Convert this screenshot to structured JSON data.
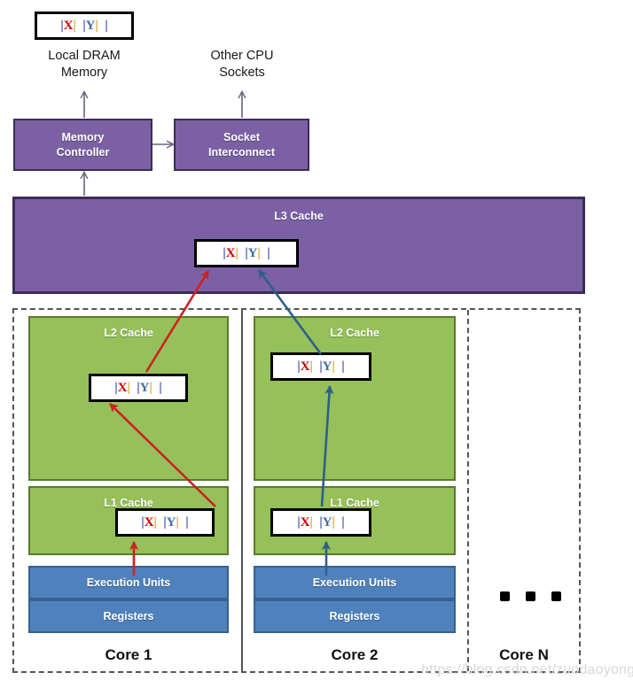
{
  "diagram": {
    "title": "CPU cache hierarchy false sharing diagram",
    "colors": {
      "purple": "#7b61a4",
      "green": "#96c05a",
      "blue": "#4f81bd",
      "red_arrow": "#cc2222",
      "blue_arrow": "#2e5f8a",
      "x_value": "#cc0000",
      "y_value": "#3f6fa8",
      "separator": "#2d3fa8"
    }
  },
  "cacheline": {
    "p1": "|",
    "x": "X",
    "p2": "|",
    "gap1": "  ",
    "p3": "|",
    "y": "Y",
    "p4": "|",
    "gap2": "  ",
    "p5": "|",
    "text": "|X|  |Y|  |"
  },
  "top": {
    "dram_label_line1": "Local DRAM",
    "dram_label_line2": "Memory",
    "sockets_label_line1": "Other CPU",
    "sockets_label_line2": "Sockets"
  },
  "uncore": {
    "memory_controller_line1": "Memory",
    "memory_controller_line2": "Controller",
    "socket_interconnect_line1": "Socket",
    "socket_interconnect_line2": "Interconnect",
    "l3_label": "L3 Cache"
  },
  "cores": [
    {
      "id": "core-1",
      "name": "Core 1",
      "l2_label": "L2 Cache",
      "l1_label": "L1 Cache",
      "execution_units_label": "Execution Units",
      "registers_label": "Registers",
      "highlight": "X"
    },
    {
      "id": "core-2",
      "name": "Core 2",
      "l2_label": "L2 Cache",
      "l1_label": "L1 Cache",
      "execution_units_label": "Execution Units",
      "registers_label": "Registers",
      "highlight": "Y"
    },
    {
      "id": "core-n",
      "name": "Core N",
      "l2_label": "",
      "l1_label": "",
      "execution_units_label": "",
      "registers_label": "",
      "highlight": ""
    }
  ],
  "watermark": {
    "text": "https://blog.csdn.net/zuodaoyong"
  }
}
